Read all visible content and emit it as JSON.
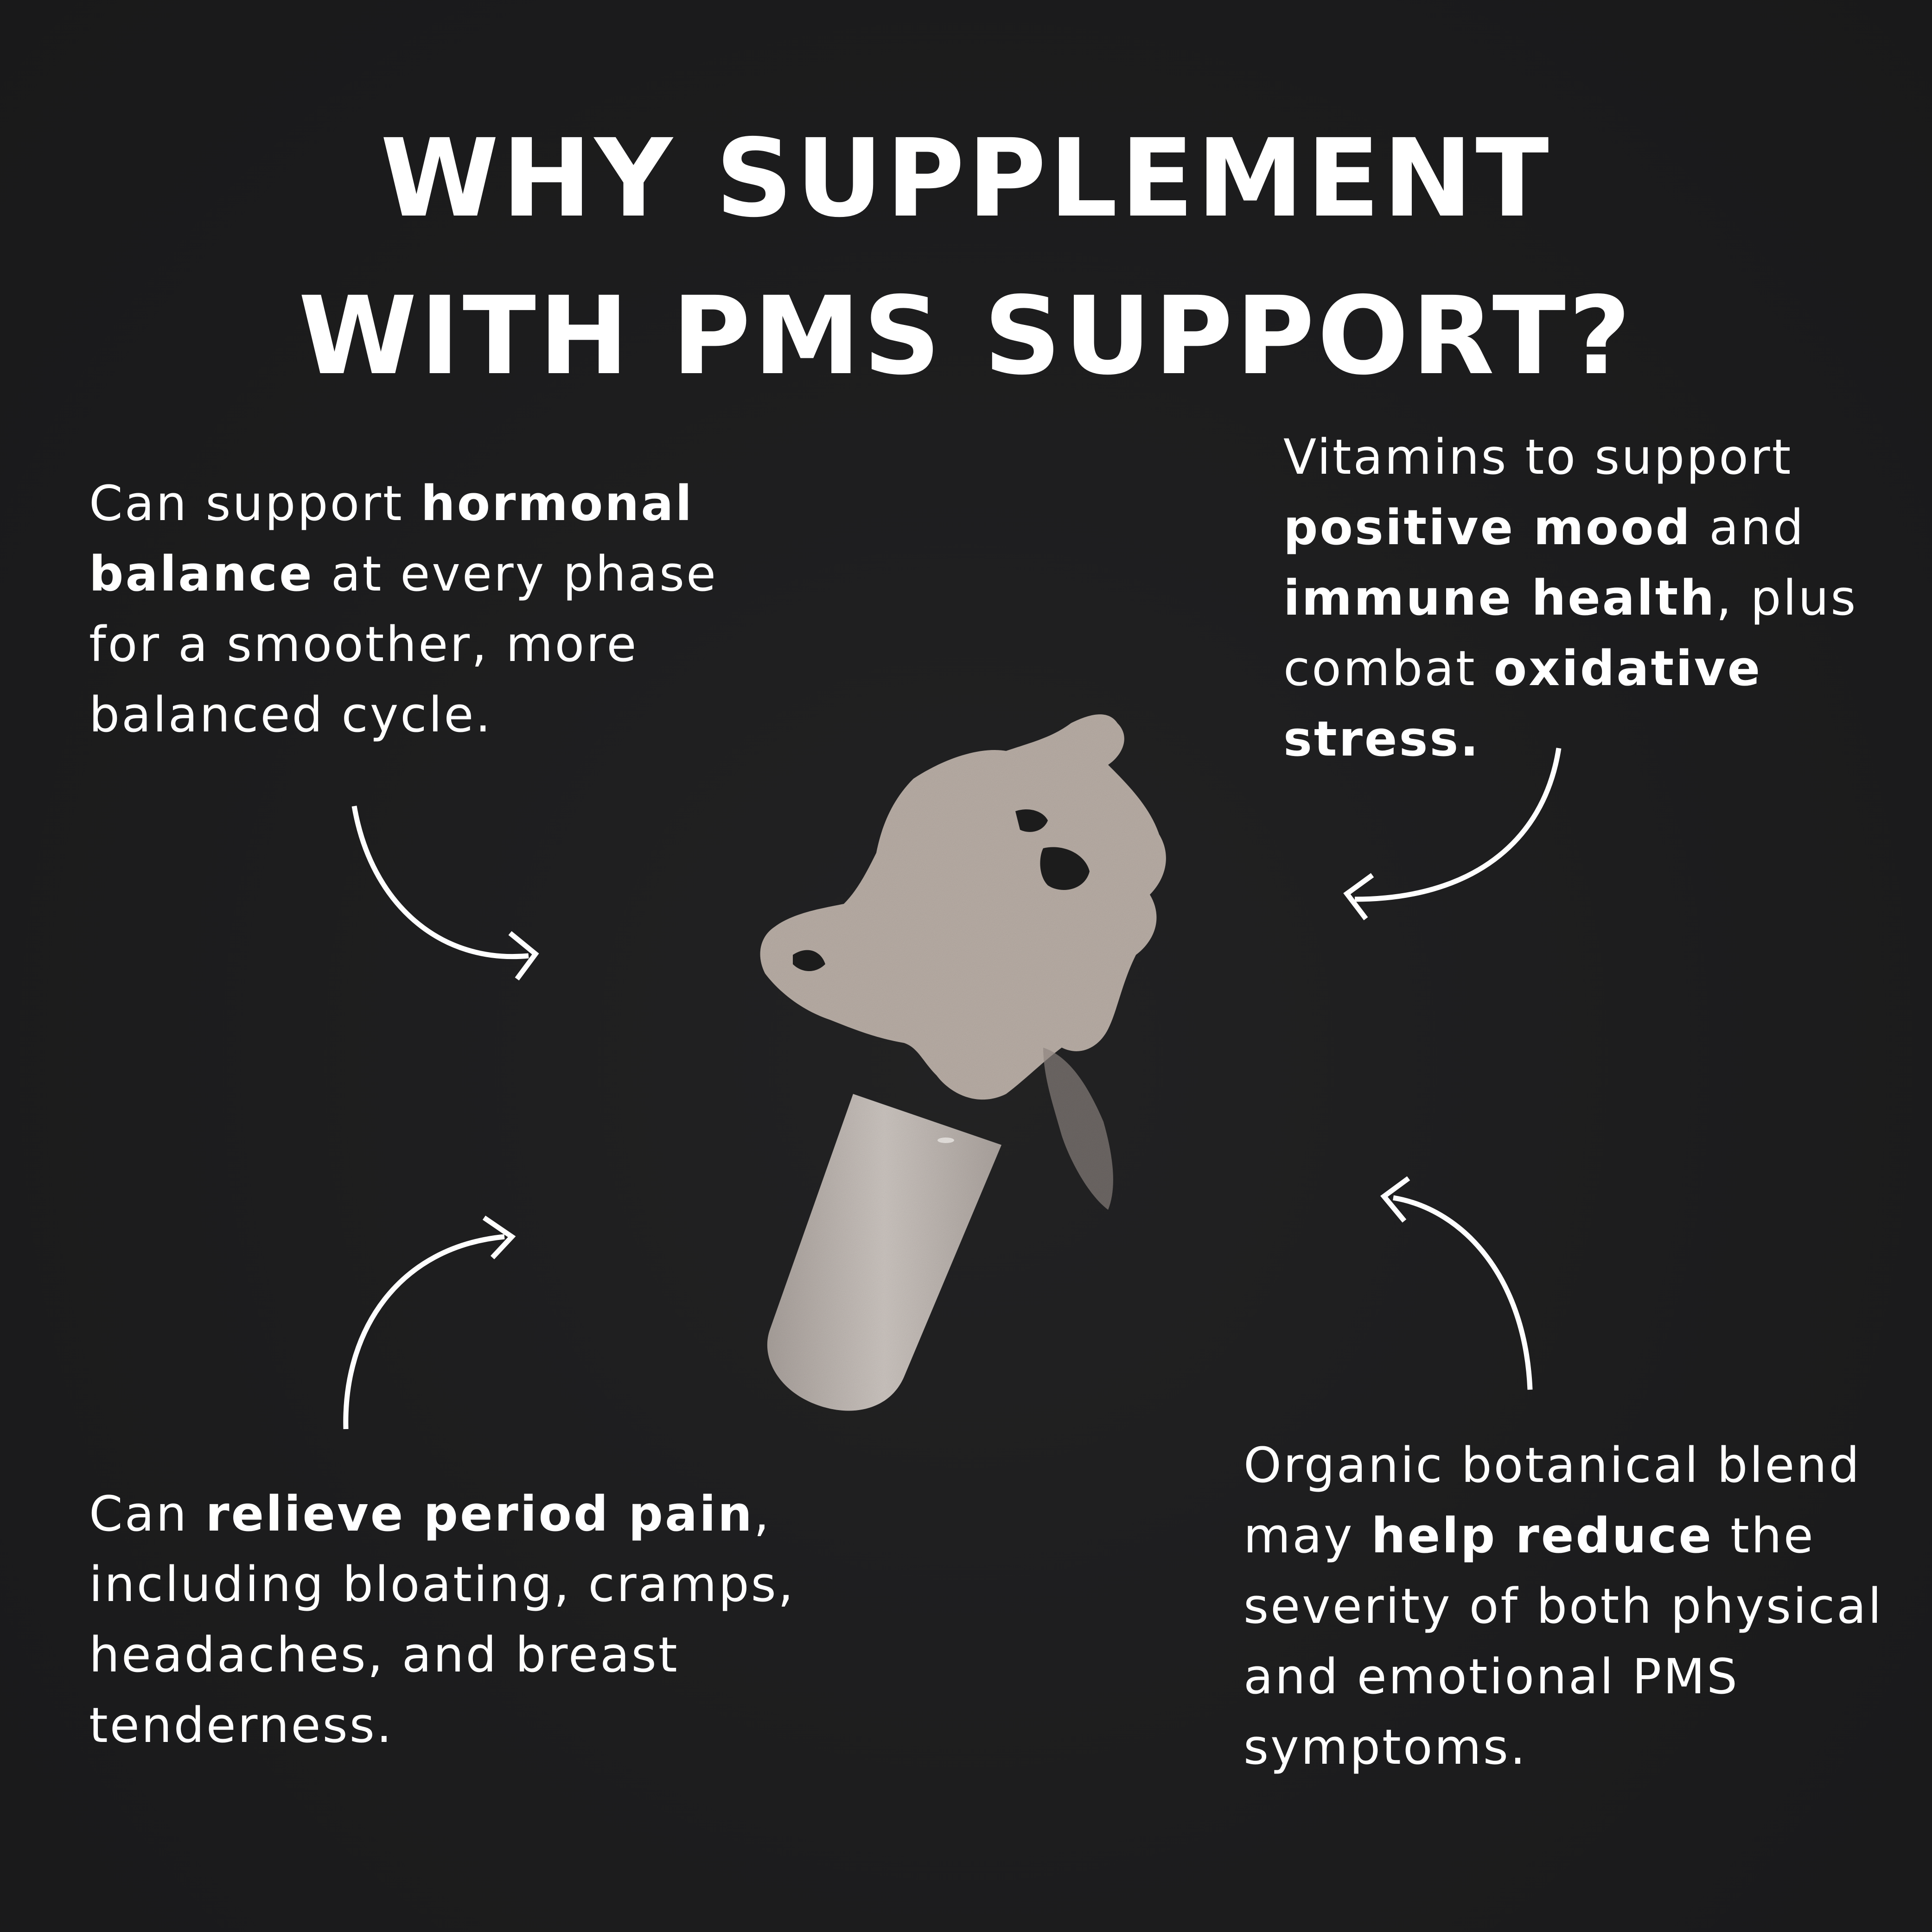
{
  "headline": {
    "line1": "WHY SUPPLEMENT",
    "line2": "WITH PMS SUPPORT?"
  },
  "callouts": {
    "top_left": {
      "segments": [
        {
          "text": "Can support ",
          "bold": false
        },
        {
          "text": "hormonal balance",
          "bold": true
        },
        {
          "text": " at every phase for a smoother, more balanced cycle.",
          "bold": false
        }
      ]
    },
    "top_right": {
      "segments": [
        {
          "text": "Vitamins to support ",
          "bold": false
        },
        {
          "text": "positive mood",
          "bold": true
        },
        {
          "text": " and ",
          "bold": false
        },
        {
          "text": "immune health",
          "bold": true
        },
        {
          "text": ", plus combat ",
          "bold": false
        },
        {
          "text": "oxidative stress.",
          "bold": true
        }
      ]
    },
    "bottom_left": {
      "segments": [
        {
          "text": "Can ",
          "bold": false
        },
        {
          "text": "relieve period pain",
          "bold": true
        },
        {
          "text": ", including bloating, cramps, headaches, and breast tenderness.",
          "bold": false
        }
      ]
    },
    "bottom_right": {
      "segments": [
        {
          "text": "Organic botanical blend may ",
          "bold": false
        },
        {
          "text": "help reduce",
          "bold": true
        },
        {
          "text": " the severity of both physical and emotional PMS symptoms.",
          "bold": false
        }
      ]
    }
  },
  "image": {
    "subject": "open-capsule-with-spilled-powder",
    "powder_color": "#b9aea6",
    "capsule_color": "#c2bab5"
  },
  "colors": {
    "background": "#1d1d1e",
    "text": "#ffffff",
    "arrow": "#ffffff"
  }
}
